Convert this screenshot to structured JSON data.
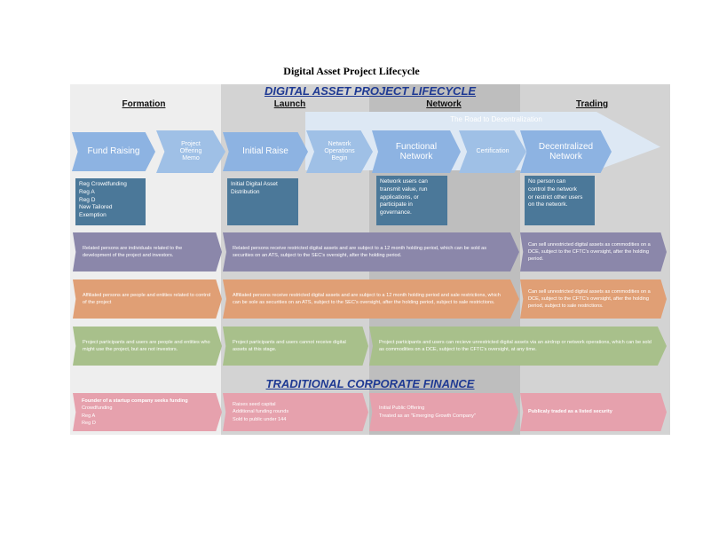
{
  "page_title": "Digital Asset Project Lifecycle",
  "diagram_title": "DIGITAL ASSET PROJECT LIFECYCLE",
  "traditional_title": "TRADITIONAL CORPORATE FINANCE",
  "phases": {
    "formation": "Formation",
    "launch": "Launch",
    "network": "Network",
    "trading": "Trading"
  },
  "road_label": "The Road to Decentralization",
  "lifecycle": {
    "fund_raising": "Fund Raising",
    "project_offering_memo": "Project Offering Memo",
    "initial_raise": "Initial Raise",
    "network_operations_begin": "Network Operations Begin",
    "functional_network": "Functional Network",
    "certification": "Certification",
    "decentralized_network": "Decentralized Network"
  },
  "info_boxes": {
    "formation": [
      "Reg Crowdfunding",
      "Reg A",
      "Reg D",
      "New Tailored Exemption"
    ],
    "launch": "Initial Digital Asset Distribution",
    "network": "Network users can transmit value, run applications, or participate in governance.",
    "trading": "No person can control the network or restrict other users on the network."
  },
  "related": {
    "formation": "Related persons are individuals related to the development of the project and investors.",
    "launch_network": "Related persons receive restricted digital assets and are subject to a 12 month holding period, which can be sold as securities on an ATS, subject to the SEC's oversight, after the holding period.",
    "trading": "Can sell unrestricted digital assets as commodities on a DCE, subject to the CFTC's oversight, after the holding period."
  },
  "affiliated": {
    "formation": "Affiliated persons are people and entities related to control of the project",
    "launch_network": "Affiliated persons receive restricted digital assets and are subject to a 12 month holding period and sale restrictions, which can be sole as securities on an ATS, subject to the SEC's oversight, after the holding period, subject to sale restrictions.",
    "trading": "Can sell unrestricted digital assets as commodities on a DCE, subject to the CFTC's oversight, after the holding period, subject to sale restrictions."
  },
  "participants": {
    "formation": "Project participants and users are people and entities who might use the project, but are not investors.",
    "launch": "Project participants and users cannot receive digital assets at this stage.",
    "network_trading": "Project participants and users can recieve unrestricted digital assets via an airdrop or network operations, which can be sold as commodities on a DCE, subject to the CFTC's oversight, at any time."
  },
  "traditional": {
    "formation": [
      "Founder of a startup company seeks funding",
      "Crowdfunding",
      "Reg A",
      "Reg D"
    ],
    "launch": [
      "Raises seed capital",
      "Additional funding rounds",
      "Sold to public under 144"
    ],
    "network": [
      "Initial Public Offering",
      "Treated as an \"Emerging Growth Company\""
    ],
    "trading": "Publicaly traded as a listed security"
  },
  "colors": {
    "title_blue": "#1f3a93",
    "chevron_blue": "#8db3e2",
    "box_blue": "#4b7899",
    "related_purple": "#8b87aa",
    "affiliated_orange": "#e09f75",
    "participants_green": "#a8c08b",
    "traditional_pink": "#e6a1ad"
  }
}
